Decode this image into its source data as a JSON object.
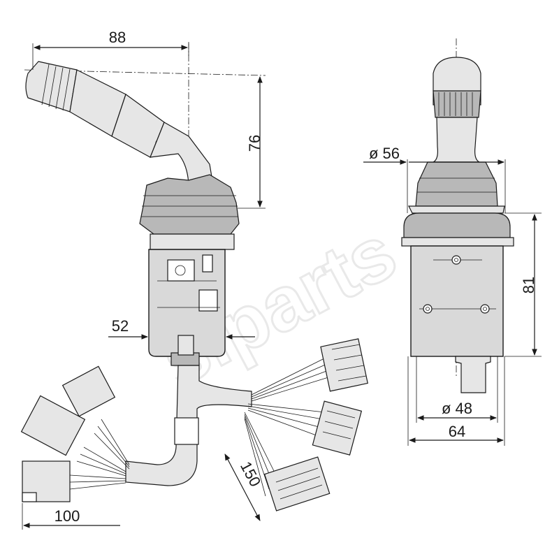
{
  "watermark": "siparts",
  "dimensions": {
    "side_width": "88",
    "side_height": "76",
    "side_base": "52",
    "cable_spread": "100",
    "cable_length": "150",
    "front_handle_dia": "ø 56",
    "front_height": "81",
    "front_inner_dia": "ø 48",
    "front_width": "64"
  }
}
